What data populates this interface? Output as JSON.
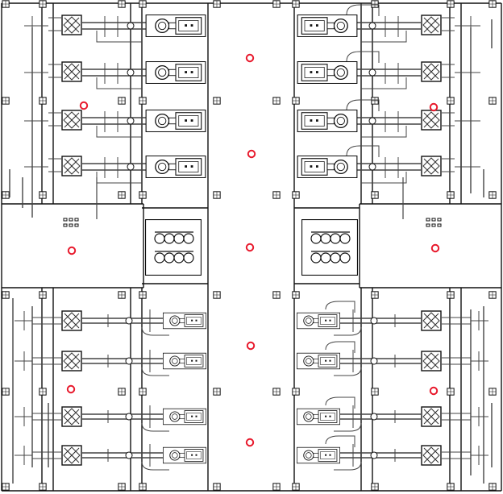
{
  "drawing": {
    "colors": {
      "background": "#ffffff",
      "line": "#111111",
      "pipe": "#444444",
      "marker": "#e8192c"
    },
    "quadrants": [
      "top-left",
      "top-right",
      "bottom-left",
      "bottom-right"
    ],
    "units_per_quadrant": 4,
    "marker_count": 11,
    "icons": [
      "pump-unit-icon",
      "heat-exchanger-icon",
      "column-icon",
      "control-panel-icon",
      "vent-grille-icon",
      "reference-marker-icon"
    ]
  }
}
